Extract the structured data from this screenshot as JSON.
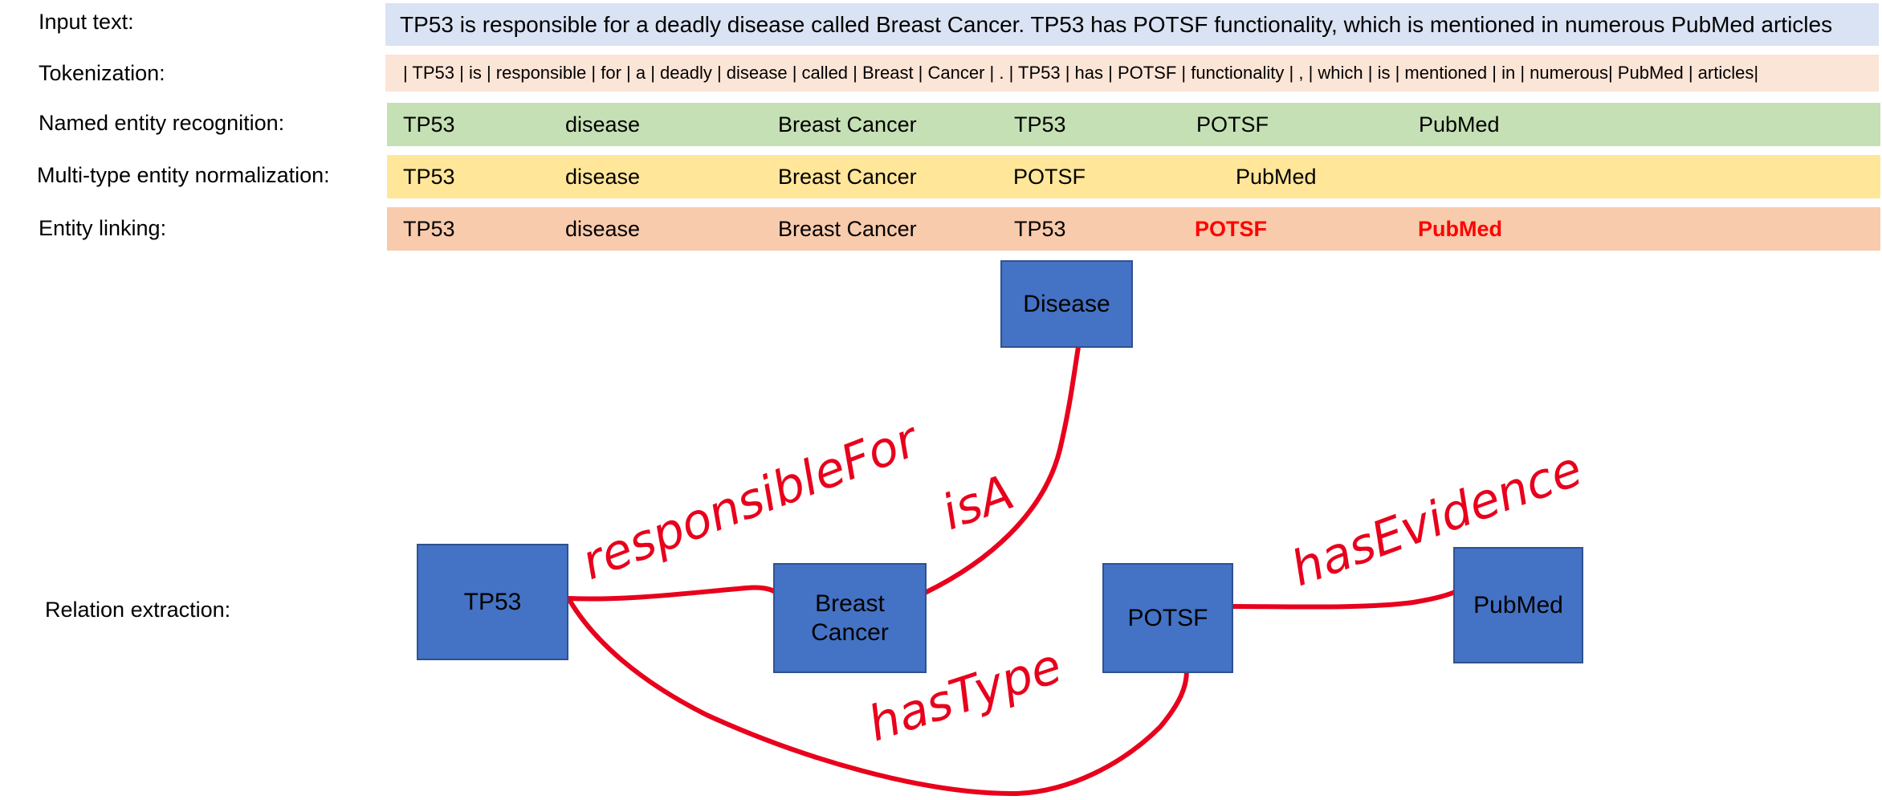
{
  "rows": {
    "input": {
      "label": "Input text:",
      "text": "TP53 is responsible for a deadly disease called Breast Cancer. TP53 has POTSF functionality, which is mentioned in numerous PubMed articles",
      "color": "#dae3f3"
    },
    "tokens": {
      "label": "Tokenization:",
      "text": "| TP53 | is | responsible | for | a | deadly | disease | called | Breast | Cancer | . | TP53 | has | POTSF | functionality | , | which | is | mentioned | in | numerous| PubMed | articles|",
      "color": "#fbe5d6"
    },
    "ner": {
      "label": "Named entity recognition:",
      "items": [
        "TP53",
        "disease",
        "Breast Cancer",
        "TP53",
        "POTSF",
        "PubMed"
      ],
      "color": "#c5e0b4"
    },
    "norm": {
      "label": "Multi-type entity normalization:",
      "items": [
        "TP53",
        "disease",
        "Breast Cancer",
        "POTSF",
        "PubMed"
      ],
      "color": "#ffe699"
    },
    "linking": {
      "label": "Entity linking:",
      "items": [
        "TP53",
        "disease",
        "Breast Cancer",
        "TP53",
        "POTSF",
        "PubMed"
      ],
      "unlinked_color": "#ff0000",
      "color": "#f8cbad"
    }
  },
  "relation_extraction": {
    "label": "Relation extraction:",
    "nodes": {
      "disease": "Disease",
      "tp53": "TP53",
      "breast_cancer": "Breast Cancer",
      "potsf": "POTSF",
      "pubmed": "PubMed"
    },
    "edges": {
      "responsible_for": "responsibleFor",
      "is_a": "isA",
      "has_type": "hasType",
      "has_evidence": "hasEvidence"
    },
    "node_color": "#4472c4",
    "edge_color": "#e8001c"
  }
}
